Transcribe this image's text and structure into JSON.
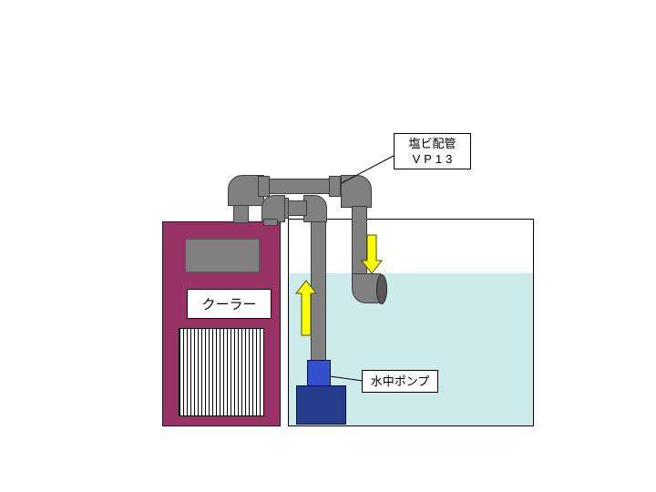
{
  "diagram": {
    "pipe_label_line1": "塩ビ配管",
    "pipe_label_line2": "VP13",
    "cooler_label": "クーラー",
    "pump_label": "水中ポンプ"
  },
  "colors": {
    "cooler_body": "#993366",
    "cooler_panel_gray": "#808080",
    "pipe_gray": "#808080",
    "water_cyan": "#cdebeb",
    "pump_navy": "#263c8c",
    "pump_inlet_blue": "#3351cc",
    "flow_arrow_yellow": "#ffff00",
    "background": "#ffffff"
  }
}
